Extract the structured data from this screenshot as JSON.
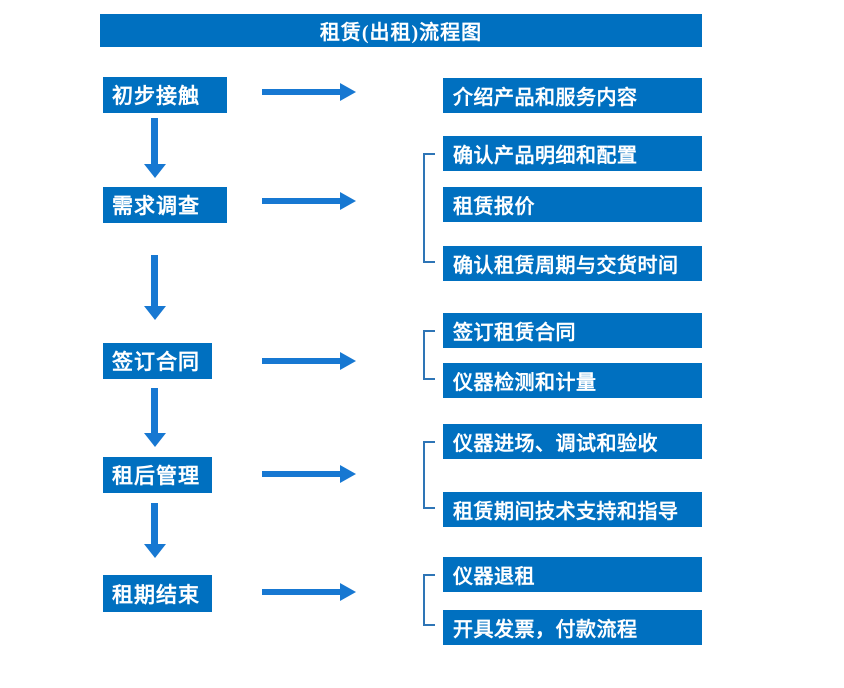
{
  "title": "租赁(出租)流程图",
  "colors": {
    "box_blue": "#0070C0",
    "arrow_blue": "#1778D2",
    "bracket_blue": "#2E75B6",
    "text_white": "#FFFFFF"
  },
  "steps": [
    {
      "label": "初步接触",
      "outputs": [
        "介绍产品和服务内容"
      ]
    },
    {
      "label": "需求调查",
      "outputs": [
        "确认产品明细和配置",
        "租赁报价",
        "确认租赁周期与交货时间"
      ]
    },
    {
      "label": "签订合同",
      "outputs": [
        "签订租赁合同",
        "仪器检测和计量"
      ]
    },
    {
      "label": "租后管理",
      "outputs": [
        "仪器进场、调试和验收",
        "租赁期间技术支持和指导"
      ]
    },
    {
      "label": "租期结束",
      "outputs": [
        "仪器退租",
        "开具发票，付款流程"
      ]
    }
  ]
}
